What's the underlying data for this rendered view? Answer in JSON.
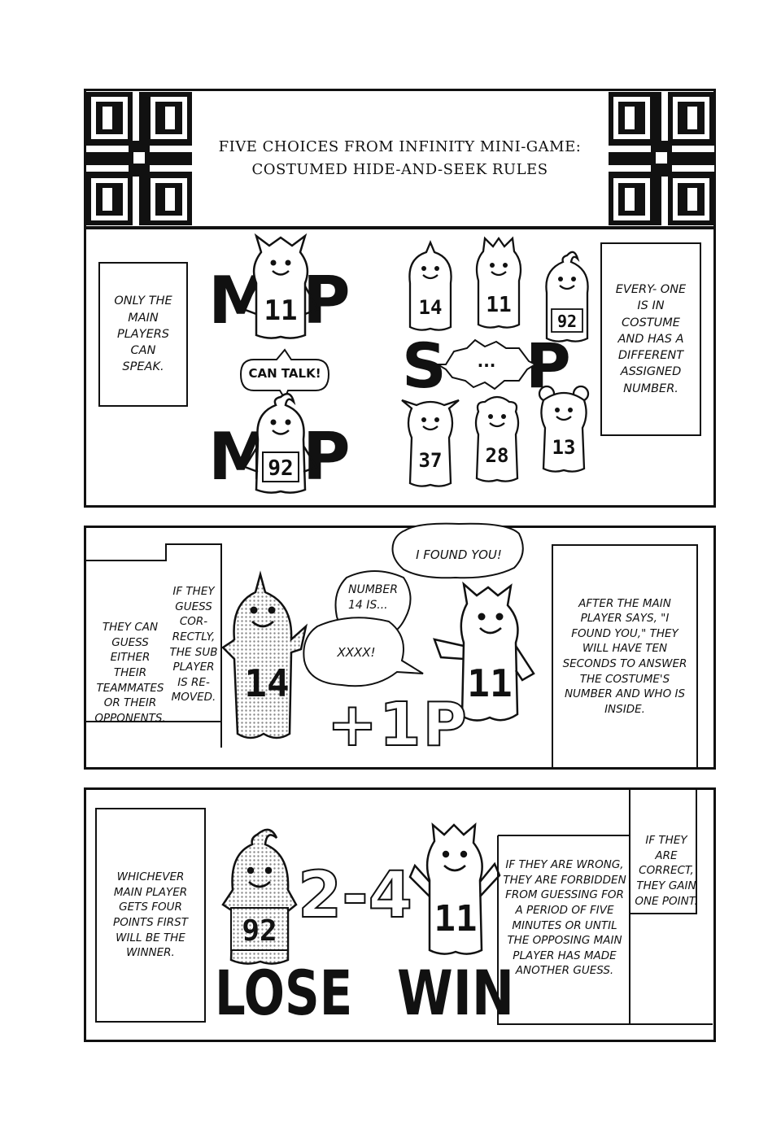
{
  "header": {
    "title_line1": "FIVE CHOICES FROM INFINITY MINI-GAME:",
    "title_line2": "COSTUMED HIDE-AND-SEEK RULES"
  },
  "panel1": {
    "left_note": "ONLY THE MAIN PLAYERS CAN SPEAK.",
    "right_note": "EVERY- ONE IS IN COSTUME AND HAS A DIFFERENT ASSIGNED NUMBER.",
    "mp_letter_m": "M",
    "mp_letter_p": "P",
    "sp_letter_s": "S",
    "sp_letter_p": "P",
    "can_talk": "CAN TALK!",
    "ellipsis": "...",
    "main_numbers": [
      "11",
      "92"
    ],
    "sub_numbers": [
      "14",
      "11",
      "92",
      "37",
      "28",
      "13"
    ]
  },
  "panel2": {
    "left_note": "THEY CAN GUESS EITHER THEIR TEAMMATES OR THEIR OPPONENTS.",
    "mid_note": "IF THEY GUESS COR- RECTLY, THE SUB PLAYER IS RE- MOVED.",
    "right_note": "AFTER THE MAIN PLAYER SAYS, \"I FOUND YOU,\" THEY WILL HAVE TEN SECONDS TO ANSWER THE COSTUME'S NUMBER AND WHO IS INSIDE.",
    "bubble_found": "I FOUND YOU!",
    "bubble_number": "NUMBER 14 IS...",
    "bubble_xxxx": "XXXX!",
    "score_plus": "+1P",
    "numbers": [
      "14",
      "11"
    ]
  },
  "panel3": {
    "left_note": "WHICHEVER MAIN PLAYER GETS FOUR POINTS FIRST WILL BE THE WINNER.",
    "mid_note": "IF THEY ARE WRONG, THEY ARE FORBIDDEN FROM GUESSING FOR A PERIOD OF FIVE MINUTES OR UNTIL THE OPPOSING MAIN PLAYER HAS MADE ANOTHER GUESS.",
    "right_note": "IF THEY ARE CORRECT, THEY GAIN ONE POINT.",
    "score": "2-4",
    "lose": "LOSE",
    "win": "WIN",
    "numbers": [
      "92",
      "11"
    ]
  }
}
